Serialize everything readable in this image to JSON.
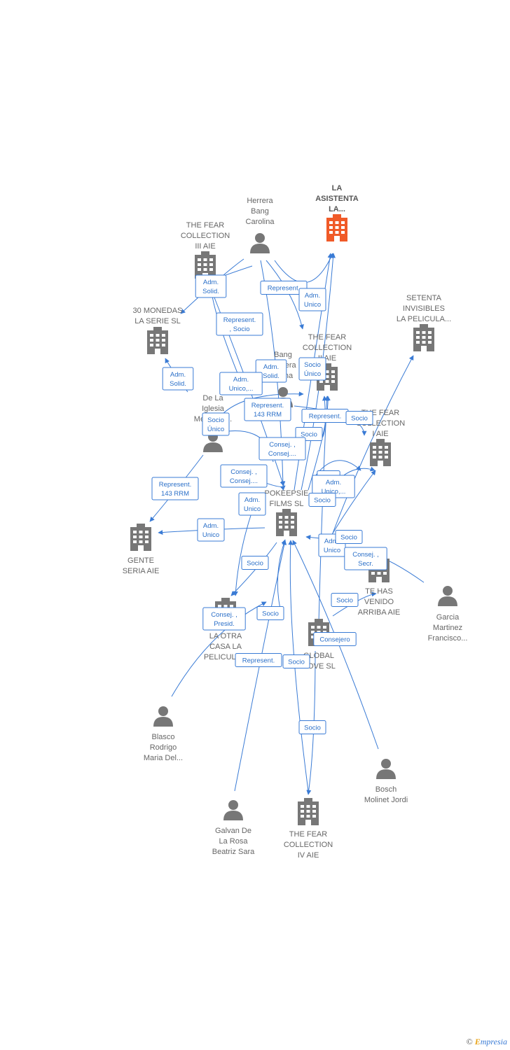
{
  "nodes": [
    {
      "id": "asistenta",
      "type": "company",
      "main": true,
      "label": [
        "LA",
        "ASISTENTA",
        "LA..."
      ]
    },
    {
      "id": "herrera",
      "type": "person",
      "label": [
        "Herrera",
        "Bang",
        "Carolina"
      ]
    },
    {
      "id": "fear3",
      "type": "company",
      "label": [
        "THE FEAR",
        "COLLECTION",
        "III AIE"
      ]
    },
    {
      "id": "monedas",
      "type": "company",
      "label": [
        "30 MONEDAS",
        "LA SERIE  SL"
      ]
    },
    {
      "id": "setenta",
      "type": "company",
      "label": [
        "SETENTA",
        "INVISIBLES",
        "LA PELICULA..."
      ]
    },
    {
      "id": "fear2",
      "type": "company",
      "label": [
        "THE FEAR",
        "COLLECTION",
        "II AIE"
      ]
    },
    {
      "id": "bang",
      "type": "person",
      "label": [
        "Bang",
        "Herrera",
        "Elena"
      ]
    },
    {
      "id": "iglesia",
      "type": "person",
      "label": [
        "De La",
        "Iglesia",
        "Mendoza..."
      ]
    },
    {
      "id": "fear1",
      "type": "company",
      "label": [
        "THE FEAR",
        "COLLECTION",
        "I AIE"
      ]
    },
    {
      "id": "pokeepsie",
      "type": "company",
      "label": [
        "POKEEPSIE",
        "FILMS SL"
      ]
    },
    {
      "id": "gente",
      "type": "company",
      "label": [
        "GENTE",
        "SERIA AIE"
      ]
    },
    {
      "id": "tehas",
      "type": "company",
      "label": [
        "TE HAS",
        "VENIDO",
        "ARRIBA AIE"
      ]
    },
    {
      "id": "garcia",
      "type": "person",
      "label": [
        "Garcia",
        "Martinez",
        "Francisco..."
      ]
    },
    {
      "id": "otracasa",
      "type": "company",
      "label": [
        "LA OTRA",
        "CASA LA",
        "PELICULA..."
      ]
    },
    {
      "id": "global",
      "type": "company",
      "label": [
        "GLOBAL",
        "NOVE  SL"
      ]
    },
    {
      "id": "blasco",
      "type": "person",
      "label": [
        "Blasco",
        "Rodrigo",
        "Maria Del..."
      ]
    },
    {
      "id": "bosch",
      "type": "person",
      "label": [
        "Bosch",
        "Molinet Jordi"
      ]
    },
    {
      "id": "galvan",
      "type": "person",
      "label": [
        "Galvan De",
        "La Rosa",
        "Beatriz Sara"
      ]
    },
    {
      "id": "fear4",
      "type": "company",
      "label": [
        "THE FEAR",
        "COLLECTION",
        "IV AIE"
      ]
    }
  ],
  "edge_labels": [
    [
      "Adm.",
      "Solid."
    ],
    [
      "Represent."
    ],
    [
      "Adm.",
      "Unico"
    ],
    [
      "Represent.",
      ", Socio"
    ],
    [
      "Adm.",
      "Solid."
    ],
    [
      "Adm.",
      "Solid."
    ],
    [
      "Socio",
      "Único"
    ],
    [
      "Adm.",
      "Unico,..."
    ],
    [
      "Represent.",
      "143 RRM"
    ],
    [
      "Represent."
    ],
    [
      "Socio"
    ],
    [
      "Socio",
      "Único"
    ],
    [
      "Socio"
    ],
    [
      "Consej. ,",
      "Consej...."
    ],
    [
      "Consej. ,",
      "Consej...."
    ],
    [
      "Represent.",
      "143 RRM"
    ],
    [
      "Adm.",
      "Unico"
    ],
    [
      "R..."
    ],
    [
      "Adm.",
      "Unico,..."
    ],
    [
      "Socio"
    ],
    [
      "Adm.",
      "Unico"
    ],
    [
      "Socio"
    ],
    [
      "Adm.",
      "Unico"
    ],
    [
      "Socio"
    ],
    [
      "Consej. ,",
      "Secr."
    ],
    [
      "Socio"
    ],
    [
      "Consej. ,",
      "Presid."
    ],
    [
      "Socio"
    ],
    [
      "Consejero"
    ],
    [
      "Represent."
    ],
    [
      "Socio"
    ],
    [
      "Socio"
    ]
  ],
  "brand": {
    "symbol": "©",
    "e": "E",
    "rest": "mpresia"
  },
  "colors": {
    "main_company": "#f05a28",
    "company": "#777777",
    "person": "#777777",
    "edge": "#3a7bd5"
  }
}
